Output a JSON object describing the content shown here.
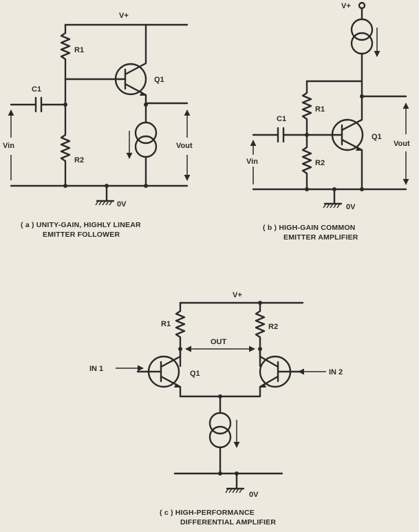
{
  "circuit_a": {
    "vplus": "V+",
    "r1": "R1",
    "r2": "R2",
    "c1": "C1",
    "q1": "Q1",
    "vin": "Vin",
    "vout": "Vout",
    "ground": "0V",
    "caption_line1": "( a ) UNITY-GAIN, HIGHLY LINEAR",
    "caption_line2": "EMITTER FOLLOWER"
  },
  "circuit_b": {
    "vplus": "V+",
    "r1": "R1",
    "r2": "R2",
    "c1": "C1",
    "q1": "Q1",
    "vin": "Vin",
    "vout": "Vout",
    "ground": "0V",
    "caption_line1": "( b ) HIGH-GAIN COMMON",
    "caption_line2": "EMITTER AMPLIFIER"
  },
  "circuit_c": {
    "vplus": "V+",
    "r1": "R1",
    "r2": "R2",
    "q1": "Q1",
    "out": "OUT",
    "in1": "IN 1",
    "in2": "IN 2",
    "ground": "0V",
    "caption_line1": "( c ) HIGH-PERFORMANCE",
    "caption_line2": "DIFFERENTIAL AMPLIFIER"
  }
}
